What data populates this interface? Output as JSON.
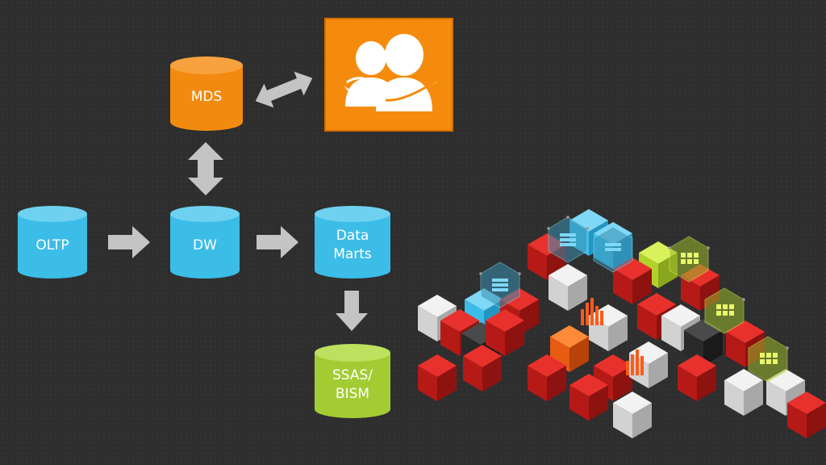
{
  "nodes": {
    "mds": "MDS",
    "oltp": "OLTP",
    "dw": "DW",
    "data_marts": "Data\nMarts",
    "ssas": "SSAS/\nBISM"
  },
  "icons": {
    "users": "users-icon",
    "cubes": "data-cubes-icon"
  },
  "colors": {
    "blue_cylinder": "#3fc1ea",
    "orange_cylinder": "#f58b0d",
    "green_cylinder": "#a6cf35",
    "arrow": "#bfbfbf",
    "background": "#2e2e2e"
  }
}
